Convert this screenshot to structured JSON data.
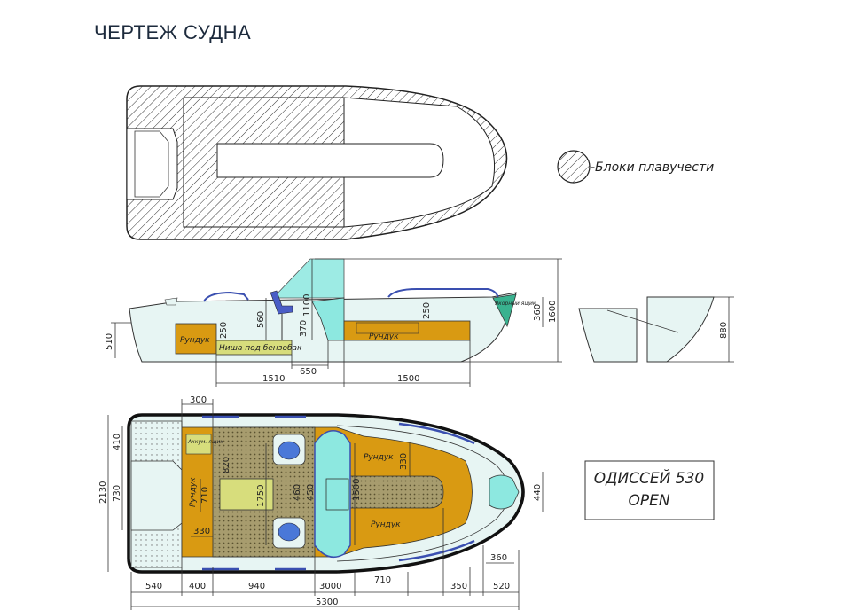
{
  "title": "ЧЕРТЕЖ СУДНА",
  "legend": {
    "label": "-Блоки плавучести"
  },
  "model": {
    "line1": "ОДИССЕЙ 530",
    "line2": "OPEN"
  },
  "colors": {
    "hull": "#e7f5f3",
    "storage": "#d99a12",
    "niche": "#d7dd7c",
    "console": "#8de8e0",
    "deck": "#a79c6e",
    "rail": "#3a4fb0"
  },
  "side_view": {
    "labels": {
      "chest_aft": "Рундук",
      "chest_mid": "Рундук",
      "fuel_niche": "Ниша под бензобак",
      "anchor_locker": "Якорный ящик"
    },
    "dims": {
      "d510": "510",
      "d250a": "250",
      "d560": "560",
      "d370": "370",
      "d1100": "1100",
      "d250b": "250",
      "d360": "360",
      "d1600": "1600",
      "d1510": "1510",
      "d650": "650",
      "d1500": "1500"
    }
  },
  "transom_view": {
    "dims": {
      "d880": "880"
    }
  },
  "plan_view": {
    "labels": {
      "battery": "Аккум. ящик",
      "chest_left": "Рундук",
      "chest_top": "Рундук",
      "chest_bottom": "Рундук"
    },
    "dims": {
      "d300": "300",
      "d410": "410",
      "d730": "730",
      "d2130": "2130",
      "d820": "820",
      "d710a": "710",
      "d330a": "330",
      "d1750": "1750",
      "d460": "460",
      "d450": "450",
      "d1500": "1500",
      "d330b": "330",
      "d440": "440",
      "d360": "360",
      "d540": "540",
      "d400": "400",
      "d940": "940",
      "d3000": "3000",
      "d710b": "710",
      "d350": "350",
      "d520": "520",
      "d5300": "5300"
    }
  }
}
